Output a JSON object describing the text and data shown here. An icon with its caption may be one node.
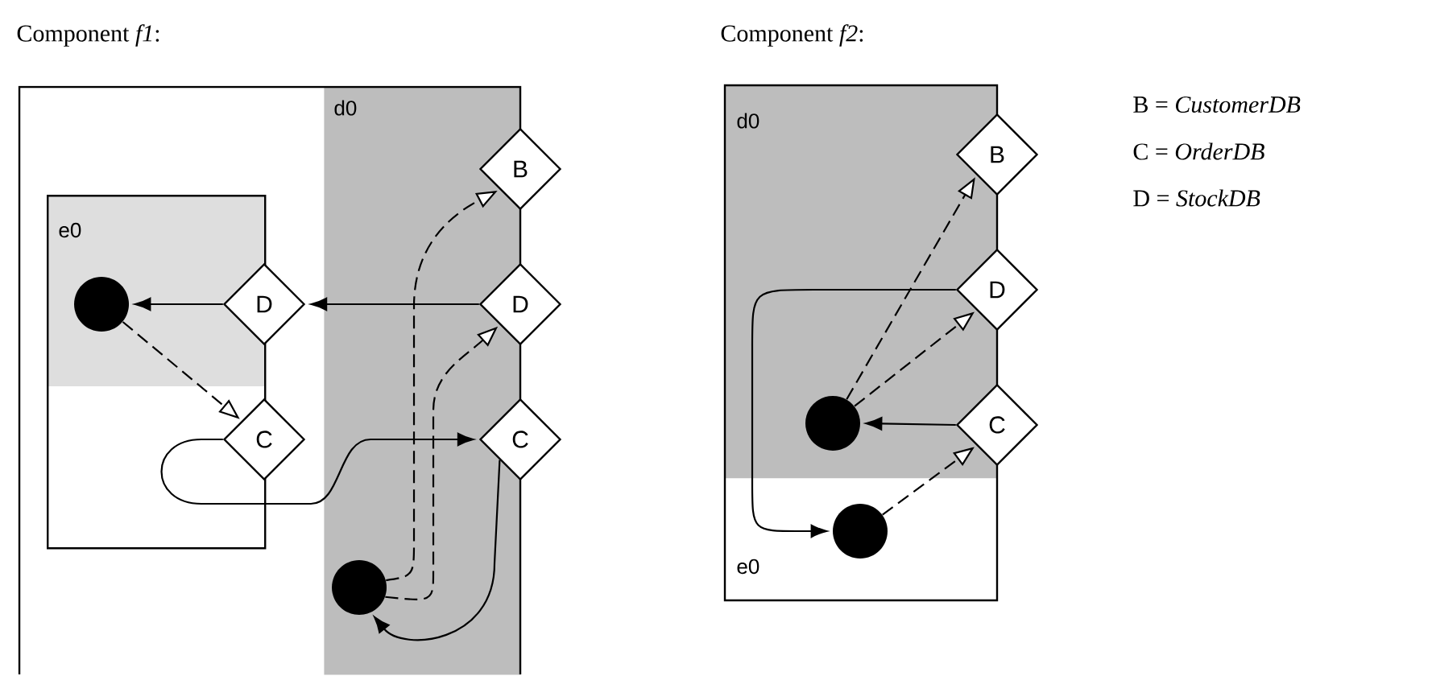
{
  "diagram": {
    "nodes": [
      {
        "text": [
          "Component *f1*:"
        ]
      },
      {
        "text": [
          "d0"
        ],
        "in": 0
      },
      {
        "text": [
          "e0"
        ],
        "in": 0
      },
      {
        "text": [
          "B"
        ]
      },
      {
        "text": [
          "D"
        ],
        "in": 0
      },
      {
        "text": [
          "D"
        ]
      },
      {
        "text": [],
        "shape": "circle",
        "in": 2
      },
      {
        "text": [
          "C"
        ],
        "in": 0
      },
      {
        "text": [
          "C"
        ]
      },
      {
        "text": [],
        "shape": "circle",
        "in": 1
      },
      {
        "text": [
          "Component *f2*:"
        ]
      },
      {
        "text": [
          "d0"
        ],
        "in": 10
      },
      {
        "text": [
          "e0"
        ],
        "in": 10
      },
      {
        "text": [
          "B"
        ]
      },
      {
        "text": [
          "D"
        ]
      },
      {
        "text": [],
        "shape": "circle",
        "in": 11
      },
      {
        "text": [
          "C"
        ]
      },
      {
        "text": [],
        "shape": "circle",
        "in": 12
      }
    ],
    "edges": [
      {
        "from": 5,
        "to": 4,
        "arrow": "to"
      },
      {
        "from": 4,
        "to": 6,
        "arrow": "to"
      },
      {
        "from": 6,
        "to": 7,
        "arrow": "to",
        "style": "dashed"
      },
      {
        "from": 7,
        "to": 8,
        "arrow": "to"
      },
      {
        "from": 8,
        "to": 9,
        "arrow": "to"
      },
      {
        "from": 9,
        "to": 3,
        "arrow": "to",
        "style": "dashed"
      },
      {
        "from": 9,
        "to": 5,
        "arrow": "to",
        "style": "dashed"
      },
      {
        "from": 15,
        "to": 13,
        "arrow": "to",
        "style": "dashed"
      },
      {
        "from": 15,
        "to": 14,
        "arrow": "to",
        "style": "dashed"
      },
      {
        "from": 16,
        "to": 15,
        "arrow": "to"
      },
      {
        "from": 14,
        "to": 17,
        "arrow": "to"
      },
      {
        "from": 17,
        "to": 16,
        "arrow": "to",
        "style": "dashed"
      }
    ],
    "labels": [
      "B = *CustomerDB*",
      "C = *OrderDB*",
      "D = *StockDB*"
    ]
  }
}
